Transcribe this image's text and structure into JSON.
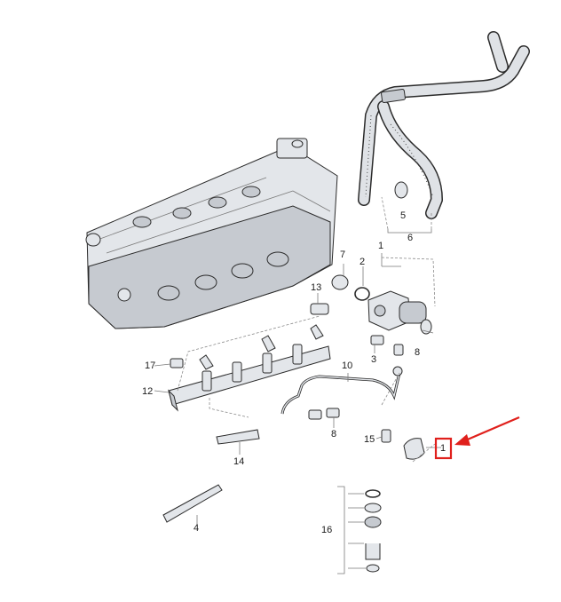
{
  "diagram": {
    "callouts": {
      "c1_top": "1",
      "c1_bottom": "1",
      "c2": "2",
      "c3": "3",
      "c4": "4",
      "c5": "5",
      "c6": "6",
      "c7": "7",
      "c8_pump": "8",
      "c8_rail": "8",
      "c10": "10",
      "c12": "12",
      "c13": "13",
      "c14": "14",
      "c15": "15",
      "c16": "16",
      "c17": "17"
    },
    "colors": {
      "highlight": "#e0201c",
      "line": "#2b2b2b",
      "part_fill": "#e3e6ea"
    }
  }
}
